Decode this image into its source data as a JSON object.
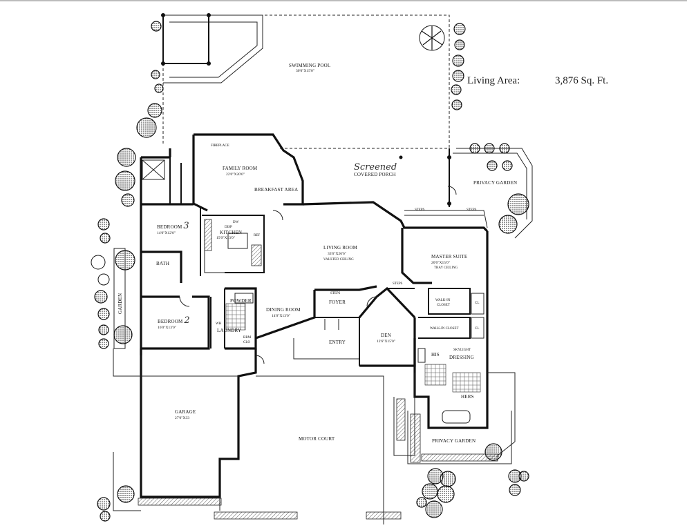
{
  "header": {
    "area_label": "Living Area:",
    "area_value": "3,876 Sq. Ft."
  },
  "rooms": {
    "pool": {
      "name": "SWIMMING POOL",
      "dim": "30'0\"X15'0\""
    },
    "fireplace": "FIREPLACE",
    "family": {
      "name": "FAMILY ROOM",
      "dim": "22'0\"X20'0\""
    },
    "breakfast": "BREAKFAST AREA",
    "screened": "Screened",
    "porch": "COVERED PORCH",
    "privacy_garden_top": "PRIVACY GARDEN",
    "steps_1": "STEPS",
    "steps_2": "STEPS",
    "steps_3": "STEPS",
    "steps_4": "STEPS",
    "bedroom3": {
      "name": "BEDROOM",
      "num": "3",
      "dim": "14'0\"X12'0\""
    },
    "kitchen": {
      "name": "KITCHEN",
      "dim": "15'0\"X13'0\""
    },
    "disp": "DISP",
    "dw": "DW",
    "ref": "REF",
    "living": {
      "name": "LIVING ROOM",
      "dim": "33'6\"X26'6\"",
      "note": "VAULTED CEILING"
    },
    "master": {
      "name": "MASTER SUITE",
      "dim": "20'6\"X15'0\"",
      "note": "TRAY CEILING"
    },
    "bath": "BATH",
    "powder": "POWDER",
    "foyer": "FOYER",
    "walkin1": {
      "line1": "WALK-IN",
      "line2": "CLOSET"
    },
    "walkin2": "WALK-IN CLOSET",
    "cl1": "CL",
    "cl2": "CL",
    "garden": "GARDEN",
    "bedroom2": {
      "name": "BEDROOM",
      "num": "2",
      "dim": "16'0\"X13'0\""
    },
    "laundry": "LAUNDRY",
    "dining": {
      "name": "DINING ROOM",
      "dim": "14'0\"X13'0\""
    },
    "entry": "ENTRY",
    "den": {
      "name": "DEN",
      "dim": "12'6\"X15'0\""
    },
    "his": "HIS",
    "skylight": "SKYLIGHT",
    "dressing": "DRESSING",
    "hers": "HERS",
    "wh": "WH",
    "linen": {
      "line1": "BRM",
      "line2": "CLO"
    },
    "garage": {
      "name": "GARAGE",
      "dim": "27'0\"X33"
    },
    "motor_court": "MOTOR COURT",
    "privacy_garden_bottom": "PRIVACY GARDEN"
  }
}
